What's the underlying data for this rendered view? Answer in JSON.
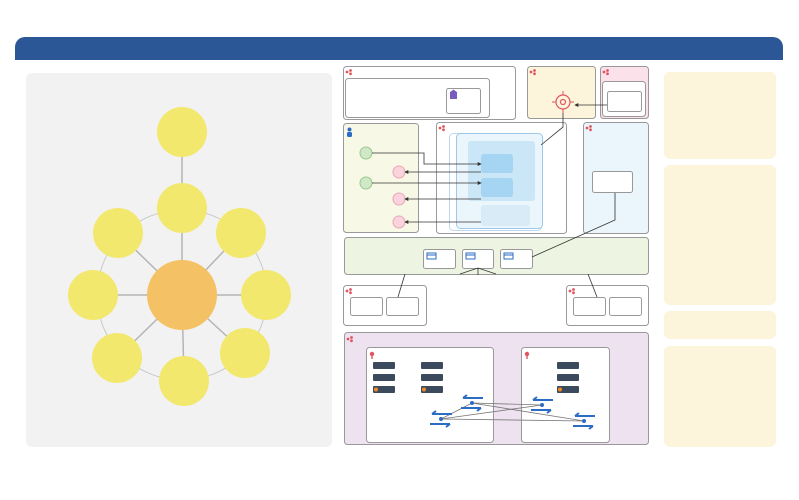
{
  "header": {
    "title": ""
  },
  "mindmap": {
    "center_color": "#f5c165",
    "node_color": "#f2e86d",
    "node_count": 9
  },
  "architecture": {
    "groups": [
      {
        "name": "top-left-group",
        "accent": "#e05560"
      },
      {
        "name": "target-group",
        "accent": "#e05560",
        "fill": "#fdf4dc"
      },
      {
        "name": "pink-group",
        "accent": "#e05560",
        "fill": "#fbe1ea"
      },
      {
        "name": "user-group",
        "accent": "#2b6cc4",
        "fill": "#f7f8e6"
      },
      {
        "name": "cluster-group",
        "accent": "#e05560"
      },
      {
        "name": "light-blue-group",
        "accent": "#e05560",
        "fill": "#eaf5fc"
      },
      {
        "name": "green-band",
        "fill": "#eef4e2"
      },
      {
        "name": "left-small-group",
        "accent": "#e05560"
      },
      {
        "name": "right-small-group",
        "accent": "#e05560"
      },
      {
        "name": "datacenter-group",
        "accent": "#e05560",
        "fill": "#efe2f0"
      }
    ],
    "icons": [
      "bank-icon",
      "target-icon",
      "user-icon",
      "window-icon",
      "server-icon",
      "switch-icon",
      "pin-icon"
    ]
  },
  "right_cards": {
    "count": 4,
    "color": "#fdf4dc"
  }
}
